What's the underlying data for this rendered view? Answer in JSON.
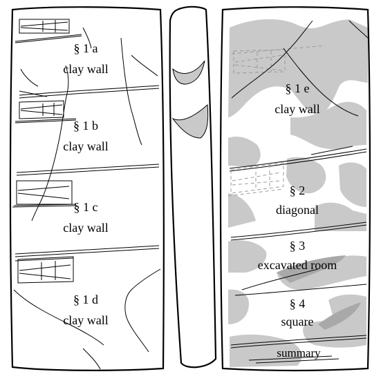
{
  "left_slab": {
    "sections": [
      {
        "id": "1a",
        "label": "§ 1 a",
        "sublabel": "clay wall"
      },
      {
        "id": "1b",
        "label": "§ 1 b",
        "sublabel": "clay wall"
      },
      {
        "id": "1c",
        "label": "§ 1 c",
        "sublabel": "clay wall"
      },
      {
        "id": "1d",
        "label": "§ 1 d",
        "sublabel": "clay wall"
      }
    ]
  },
  "right_slab": {
    "sections": [
      {
        "id": "1e",
        "label": "§ 1 e",
        "sublabel": "clay wall"
      },
      {
        "id": "2",
        "label": "§ 2",
        "sublabel": "diagonal"
      },
      {
        "id": "3",
        "label": "§ 3",
        "sublabel": "excavated room"
      },
      {
        "id": "4",
        "label": "§ 4",
        "sublabel": "square"
      },
      {
        "id": "summary",
        "label": "summary"
      }
    ]
  },
  "colors": {
    "stroke": "#000000",
    "shade": "#c8c8c8",
    "shade_dark": "#a8a8a8",
    "dashed": "#999999"
  }
}
